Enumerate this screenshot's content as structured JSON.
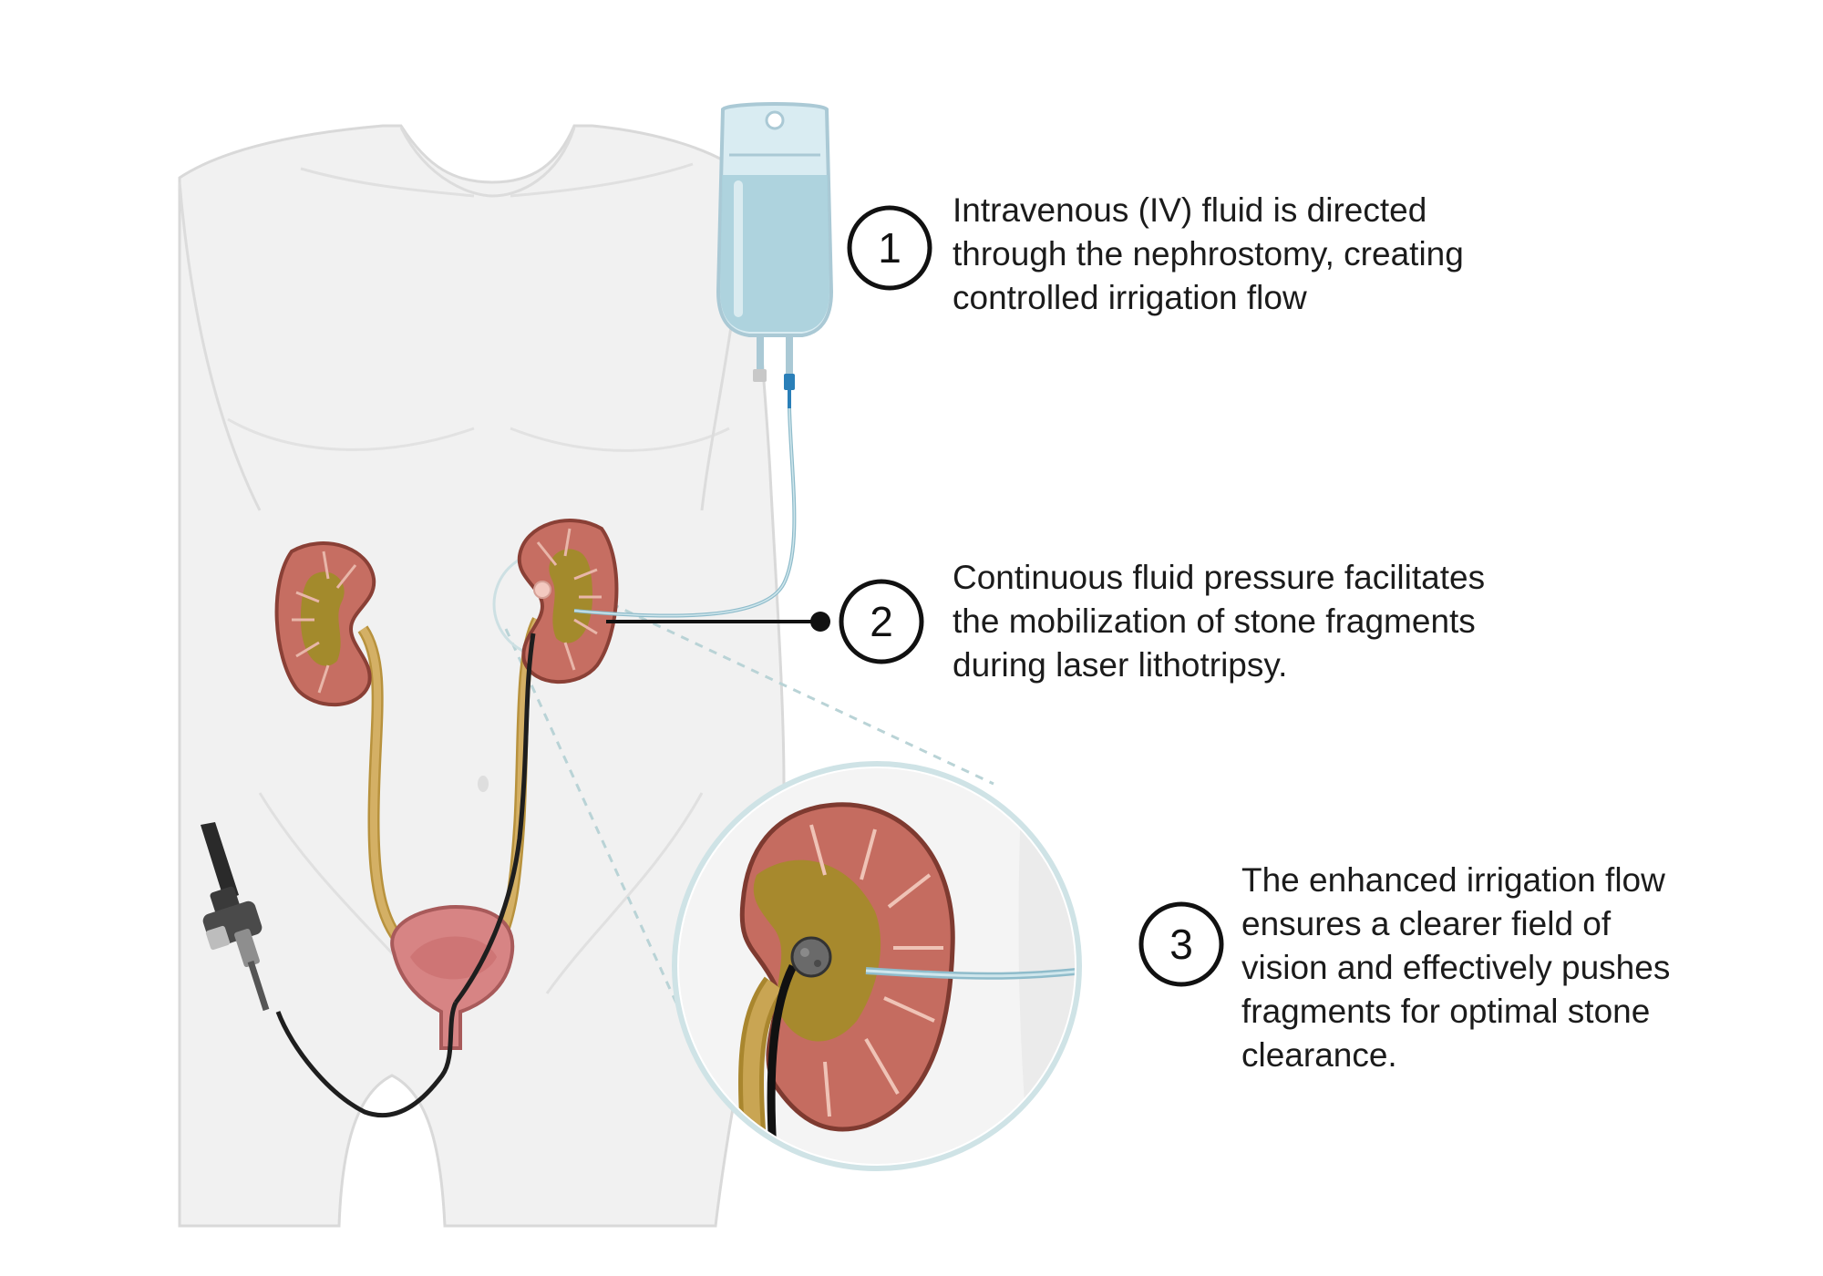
{
  "steps": [
    {
      "number": "1",
      "lines": [
        "Intravenous (IV) fluid is directed",
        "through the nephrostomy, creating",
        "controlled irrigation flow"
      ]
    },
    {
      "number": "2",
      "lines": [
        "Continuous fluid pressure facilitates",
        "the mobilization of stone fragments",
        "during laser lithotripsy."
      ]
    },
    {
      "number": "3",
      "lines": [
        "The enhanced irrigation flow",
        "ensures a clearer field of",
        "vision and effectively pushes",
        "fragments for optimal stone",
        "clearance."
      ]
    }
  ],
  "colors": {
    "body_fill": "#efefef",
    "body_outline": "#d6d6d6",
    "iv_bag": "#bfe0ec",
    "iv_fluid": "#9ccad8",
    "tube": "#8fbccb",
    "kidney_cortex": "#c8756a",
    "kidney_pelvis": "#a88a2e",
    "ureter": "#c9a553",
    "bladder": "#d98a8a",
    "scope": "#2a2a2a",
    "stone": "#5a5a5a",
    "zoom_ring": "#cfe3e6"
  }
}
